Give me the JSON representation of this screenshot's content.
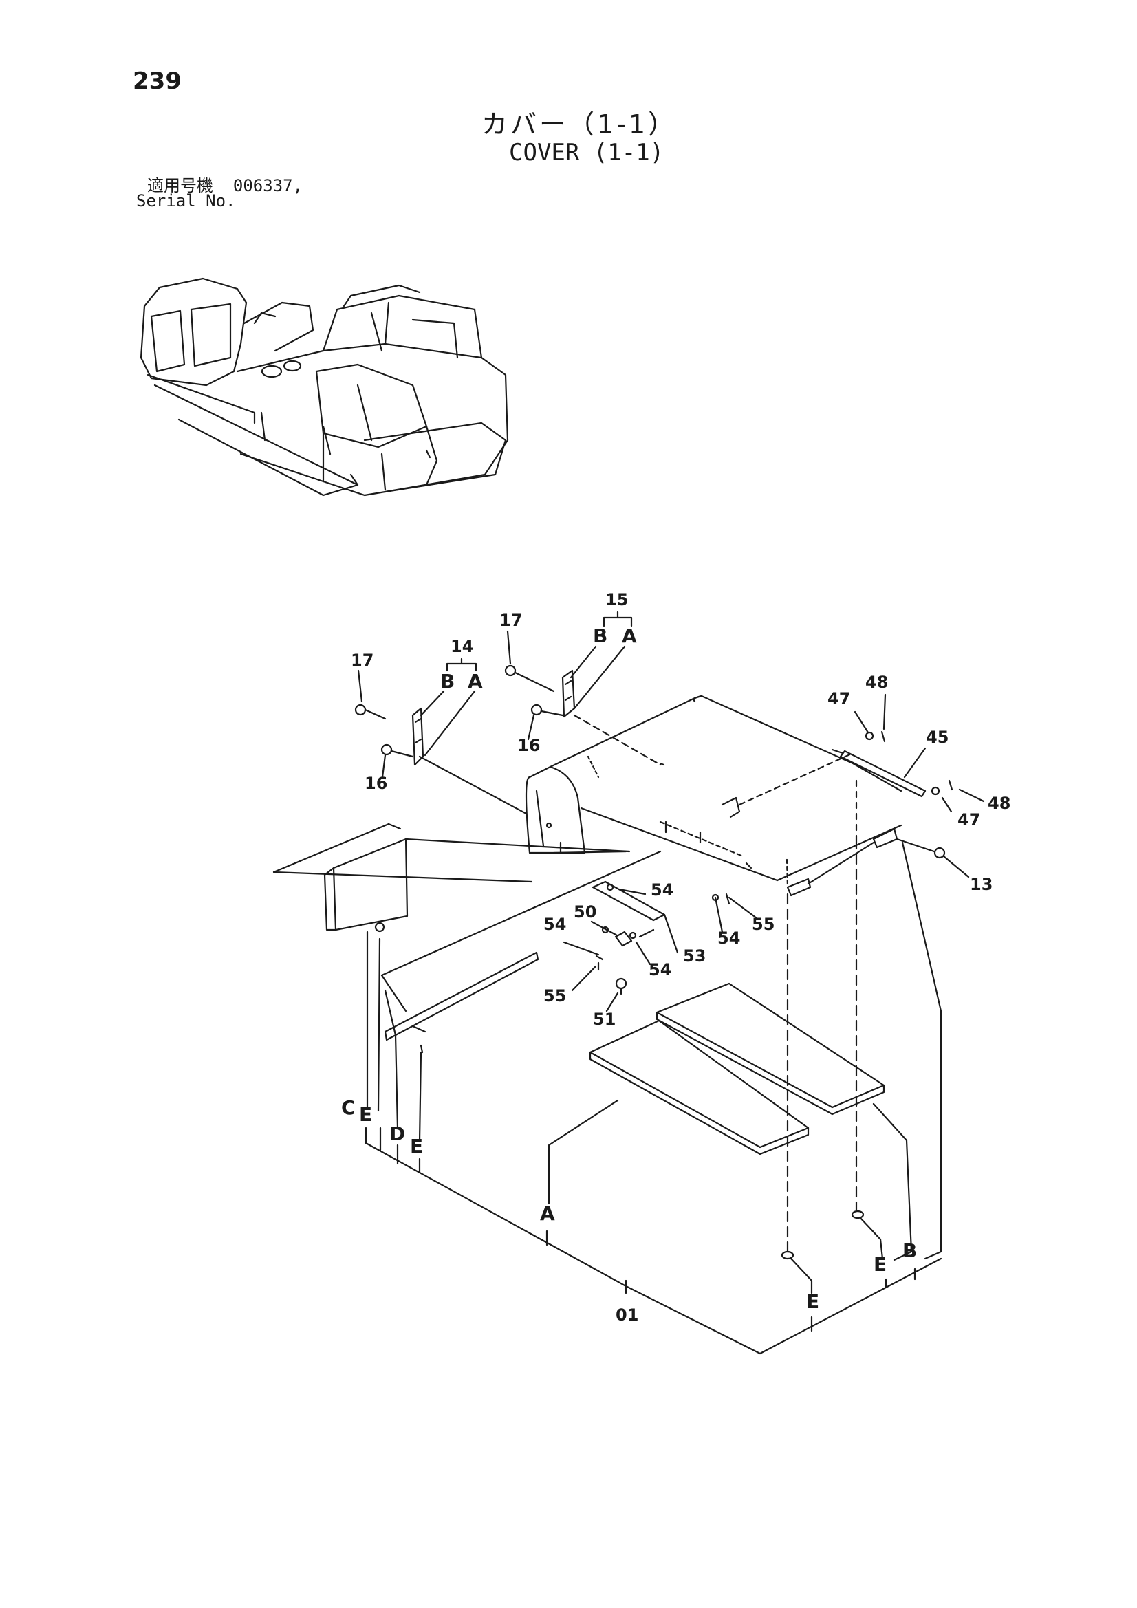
{
  "header": {
    "page_number": "239",
    "title_ja": "カバー（1-1）",
    "title_en": "COVER (1-1)",
    "serial_label_ja": "適用号機",
    "serial_value": "006337,",
    "serial_label_en": "Serial No."
  },
  "callouts": {
    "c14": "14",
    "c15": "15",
    "c17a": "17",
    "c17b": "17",
    "c16a": "16",
    "c16b": "16",
    "c14B": "B",
    "c14A": "A",
    "c15B": "B",
    "c15A": "A",
    "c47a": "47",
    "c48a": "48",
    "c45": "45",
    "c48b": "48",
    "c47b": "47",
    "c13": "13",
    "c54a": "54",
    "c54b": "54",
    "c54c": "54",
    "c54d": "54",
    "c55a": "55",
    "c55b": "55",
    "c50": "50",
    "c53": "53",
    "c51": "51",
    "cC": "C",
    "cE1": "E",
    "cD": "D",
    "cE2": "E",
    "cA": "A",
    "cE3": "E",
    "cE4": "E",
    "cB": "B",
    "c01": "01"
  },
  "icons": {
    "machine": "excavator-locator-icon"
  }
}
